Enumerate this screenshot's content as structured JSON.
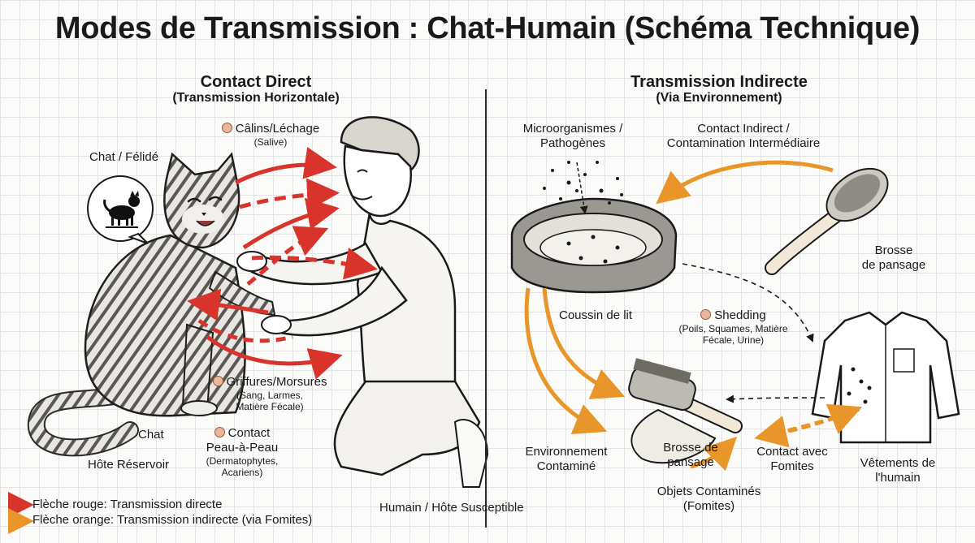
{
  "title": "Modes de Transmission : Chat-Humain (Schéma Technique)",
  "left": {
    "heading": "Contact Direct",
    "subheading": "(Transmission Horizontale)",
    "cat_label": "Chat / Félidé",
    "calins_label": "Câlins/Léchage",
    "calins_sub": "(Salive)",
    "griffures_label": "Griffures/Morsures",
    "griffures_sub1": "(Sang, Larmes,",
    "griffures_sub2": "Matière Fécale)",
    "contact_label1": "Contact",
    "contact_label2": "Peau-à-Peau",
    "contact_sub1": "(Dermatophytes,",
    "contact_sub2": "Acariens)",
    "chat_label": "Chat",
    "host_label": "Hôte Réservoir",
    "human_label": "Humain / Hôte Susceptible"
  },
  "right": {
    "heading": "Transmission Indirecte",
    "subheading": "(Via Environnement)",
    "micro_label1": "Microorganismes /",
    "micro_label2": "Pathogènes",
    "indirect_label1": "Contact Indirect /",
    "indirect_label2": "Contamination Intermédiaire",
    "brush_label1": "Brosse",
    "brush_label2": "de pansage",
    "cushion_label": "Coussin de lit",
    "shedding_label": "Shedding",
    "shedding_sub1": "(Poils, Squames, Matière",
    "shedding_sub2": "Fécale, Urine)",
    "env_label1": "Environnement",
    "env_label2": "Contaminé",
    "brush2_label1": "Brosse de",
    "brush2_label2": "pansage",
    "fomites_contact1": "Contact avec",
    "fomites_contact2": "Fomites",
    "clothes_label1": "Vêtements de",
    "clothes_label2": "l'humain",
    "objects_label1": "Objets Contaminés",
    "objects_label2": "(Fomites)"
  },
  "legend": {
    "red": "Flèche rouge: Transmission directe",
    "orange": "Flèche orange: Transmission indirecte (via Fomites)"
  },
  "colors": {
    "red": "#d9342b",
    "orange": "#e8962a",
    "ink": "#1a1a1a"
  },
  "icons": [
    "cat-silhouette-icon",
    "pathogen-badge-icon",
    "grooming-brush-icon",
    "cat-bed-icon",
    "shirt-icon"
  ]
}
